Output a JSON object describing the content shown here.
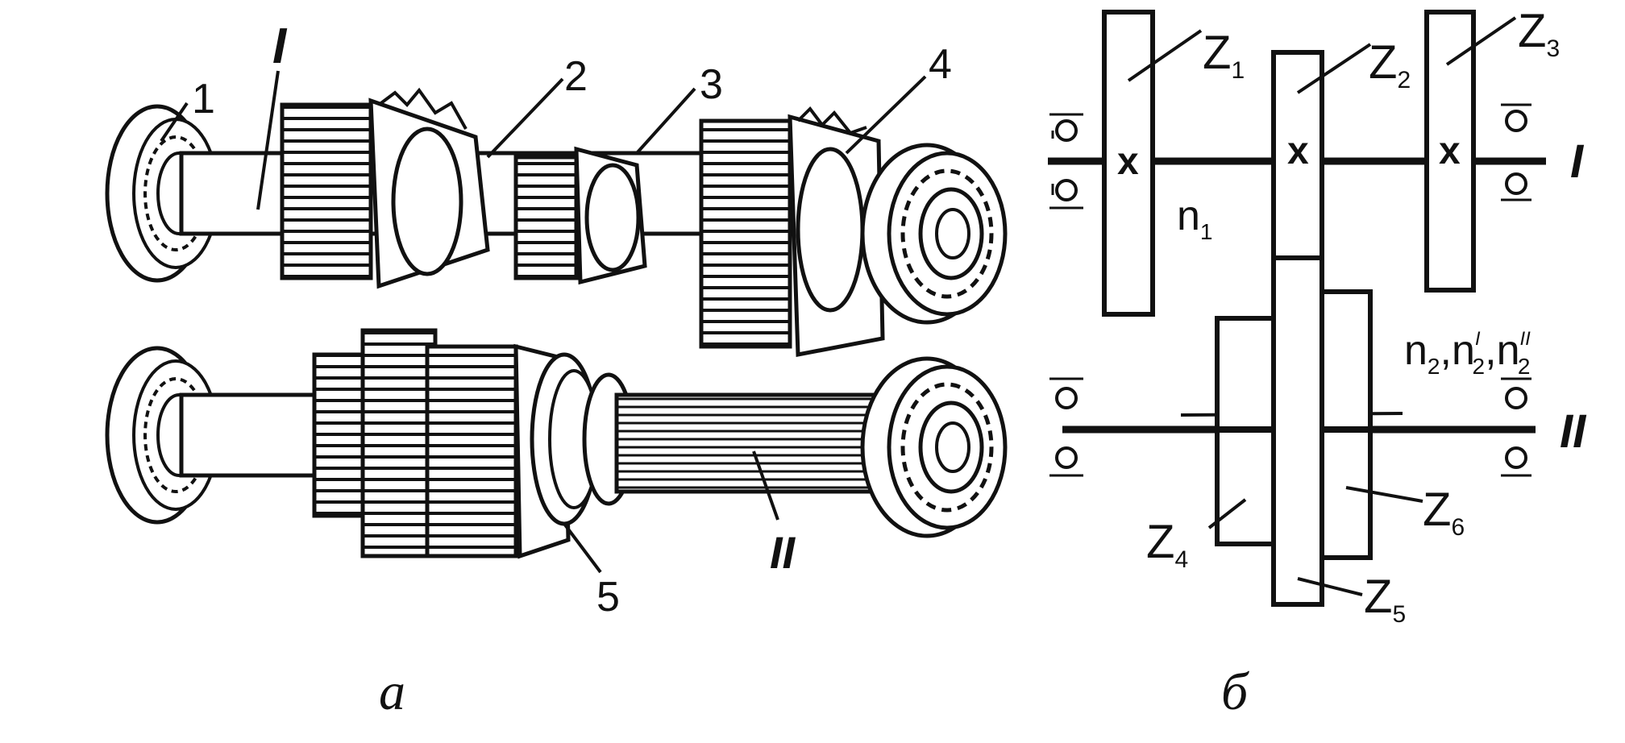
{
  "panel_a": {
    "caption": "а",
    "part_labels": [
      "1",
      "2",
      "3",
      "4",
      "5"
    ],
    "shaft_labels": {
      "upper": "I",
      "lower": "II"
    }
  },
  "panel_b": {
    "caption": "б",
    "gears": {
      "z1": {
        "letter": "Z",
        "sub": "1"
      },
      "z2": {
        "letter": "Z",
        "sub": "2"
      },
      "z3": {
        "letter": "Z",
        "sub": "3"
      },
      "z4": {
        "letter": "Z",
        "sub": "4"
      },
      "z5": {
        "letter": "Z",
        "sub": "5"
      },
      "z6": {
        "letter": "Z",
        "sub": "6"
      }
    },
    "speeds": {
      "n1": {
        "letter": "n",
        "sub": "1"
      },
      "n2_text": {
        "n": "n",
        "sub": "2",
        "comma": ",",
        "sup1": "I",
        "sup2": "II"
      }
    },
    "shaft_labels": {
      "upper": "I",
      "lower": "II"
    },
    "fixed_mark": "x"
  }
}
